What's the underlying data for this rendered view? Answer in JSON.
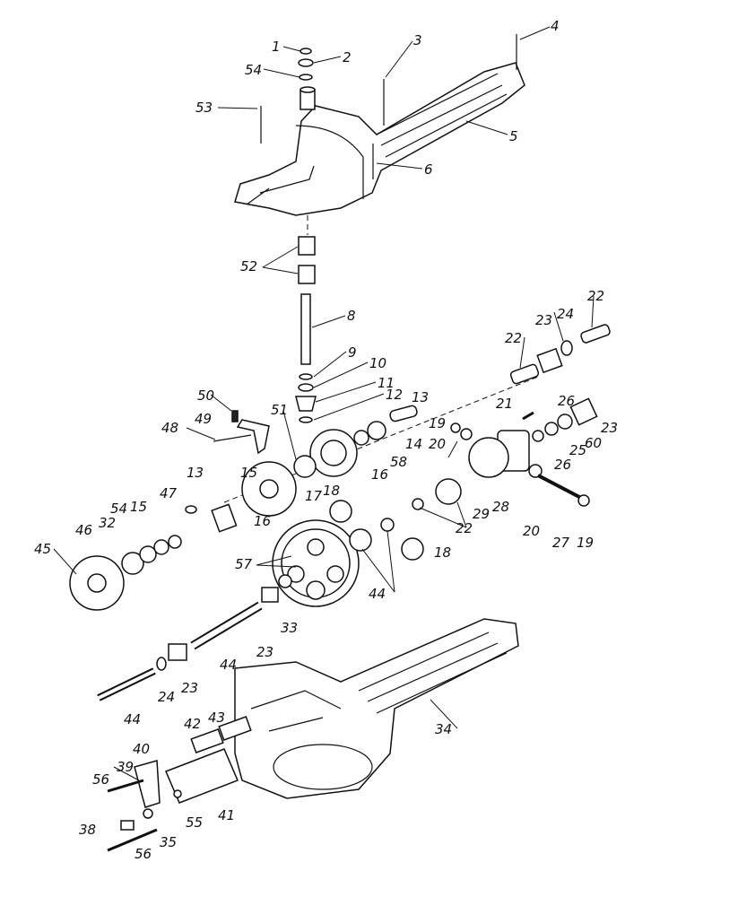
{
  "labels": {
    "l1": "1",
    "l2": "2",
    "l3": "3",
    "l4": "4",
    "l5": "5",
    "l6": "6",
    "l53": "53",
    "l54a": "54",
    "l52": "52",
    "l8": "8",
    "l9": "9",
    "l10": "10",
    "l11": "11",
    "l12": "12",
    "l13a": "13",
    "l14": "14",
    "l58": "58",
    "l16a": "16",
    "l17": "17",
    "l18a": "18",
    "l50": "50",
    "l49": "49",
    "l48": "48",
    "l51": "51",
    "l15a": "15",
    "l13b": "13",
    "l47": "47",
    "l16b": "16",
    "l32": "32",
    "l54b": "54",
    "l15b": "15",
    "l46": "46",
    "l45": "45",
    "l57": "57",
    "l23a": "23",
    "l33": "33",
    "l44a": "44",
    "l44b": "44",
    "l24a": "24",
    "l23b": "23",
    "l44c": "44",
    "l22a": "22",
    "l23c": "23",
    "l24b": "24",
    "l22b": "22",
    "l21": "21",
    "l26a": "26",
    "l23d": "23",
    "l19a": "19",
    "l20a": "20",
    "l60": "60",
    "l25": "25",
    "l26b": "26",
    "l29": "29",
    "l28": "28",
    "l22c": "22",
    "l20b": "20",
    "l27": "27",
    "l19b": "19",
    "l18b": "18",
    "l34": "34",
    "l42": "42",
    "l43": "43",
    "l40": "40",
    "l39": "39",
    "l56a": "56",
    "l55": "55",
    "l41": "41",
    "l38": "38",
    "l35": "35",
    "l56b": "56"
  }
}
